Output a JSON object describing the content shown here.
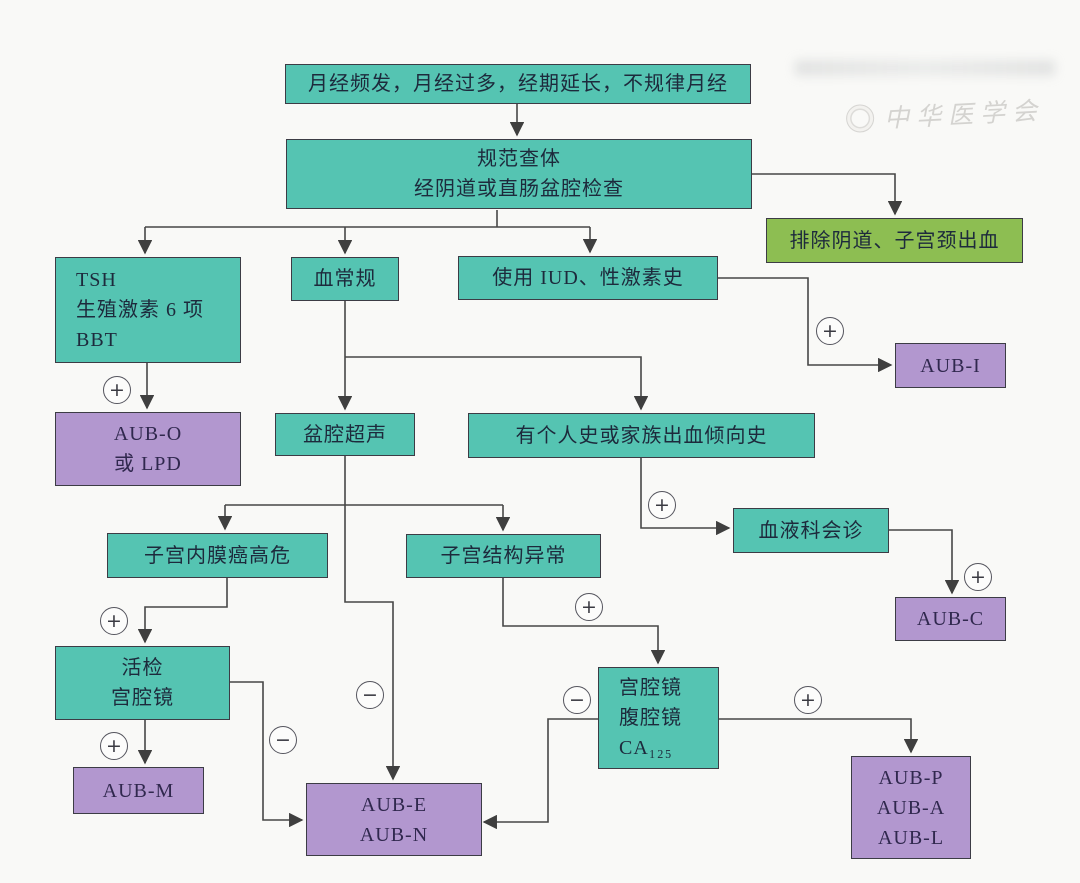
{
  "diagram": {
    "topic": "AUB evaluation flowchart",
    "watermark": {
      "society_text": "中华医学会"
    },
    "glyphs": {
      "plus": "+",
      "minus": "−"
    },
    "colors": {
      "node_teal": "#55c4b2",
      "node_green": "#8dbe52",
      "node_purple": "#b297cf",
      "line": "#474747",
      "border": "#3c3c45",
      "text": "#1d2a3c",
      "background": "#f9f9f7"
    },
    "nodes": {
      "symptoms": {
        "label": "月经频发，月经过多，经期延长，不规律月经"
      },
      "exam": {
        "label": "规范查体\n经阴道或直肠盆腔检查"
      },
      "exclude": {
        "label": "排除阴道、子宫颈出血"
      },
      "tsh": {
        "label": "TSH\n生殖激素 6 项\nBBT"
      },
      "cbc": {
        "label": "血常规"
      },
      "iud": {
        "label": "使用 IUD、性激素史"
      },
      "aub_i": {
        "label": "AUB-I"
      },
      "aub_o": {
        "label": "AUB-O\n或 LPD"
      },
      "ultrasound": {
        "label": "盆腔超声"
      },
      "history": {
        "label": "有个人史或家族出血倾向史"
      },
      "hematology": {
        "label": "血液科会诊"
      },
      "aub_c": {
        "label": "AUB-C"
      },
      "endometrial": {
        "label": "子宫内膜癌高危"
      },
      "structural": {
        "label": "子宫结构异常"
      },
      "biopsy": {
        "label": "活检\n宫腔镜"
      },
      "aub_m": {
        "label": "AUB-M"
      },
      "aub_en": {
        "label": "AUB-E\nAUB-N"
      },
      "hysteroscopy": {
        "label": "宫腔镜\n腹腔镜\nCA₁₂₅"
      },
      "aub_pal": {
        "label": "AUB-P\nAUB-A\nAUB-L"
      }
    }
  }
}
